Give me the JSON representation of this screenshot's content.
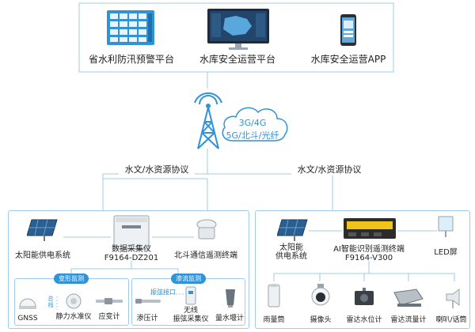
{
  "top": {
    "platform1": "省水利防汛预警平台",
    "platform2": "水库安全运营平台",
    "platform3": "水库安全运营APP"
  },
  "network": {
    "line1": "3G/4G",
    "line2": "5G/北斗/光纤"
  },
  "protocol": {
    "left": "水文/水资源协议",
    "right": "水文/水资源协议"
  },
  "left_station": {
    "solar": "太阳能供电系统",
    "collector_name": "数据采集仪",
    "collector_model": "F9164-DZ201",
    "beidou": "北斗通信遥测终端",
    "group1_title": "变形监测",
    "group2_title": "渗流监测",
    "gnss": "GNSS",
    "bus_label": "总线",
    "static_level": "静力水准仪",
    "strain": "应变计",
    "vw_port": "振弦接口",
    "piezometer": "渗压计",
    "wireless_line1": "无线",
    "wireless_line2": "振弦采集仪",
    "weir": "量水堰计"
  },
  "right_station": {
    "solar_line1": "太阳能",
    "solar_line2": "供电系统",
    "ai_name": "AI智能识别遥测终端",
    "ai_model": "F9164-V300",
    "led": "LED屏",
    "rain": "雨量筒",
    "camera": "摄像头",
    "radar_level": "雷达水位计",
    "radar_flow": "雷达流量计",
    "speaker": "喇叭/话筒"
  },
  "colors": {
    "accent": "#2f93d6",
    "line": "#9fcbe8",
    "cloud_text": "#2f93d6"
  }
}
